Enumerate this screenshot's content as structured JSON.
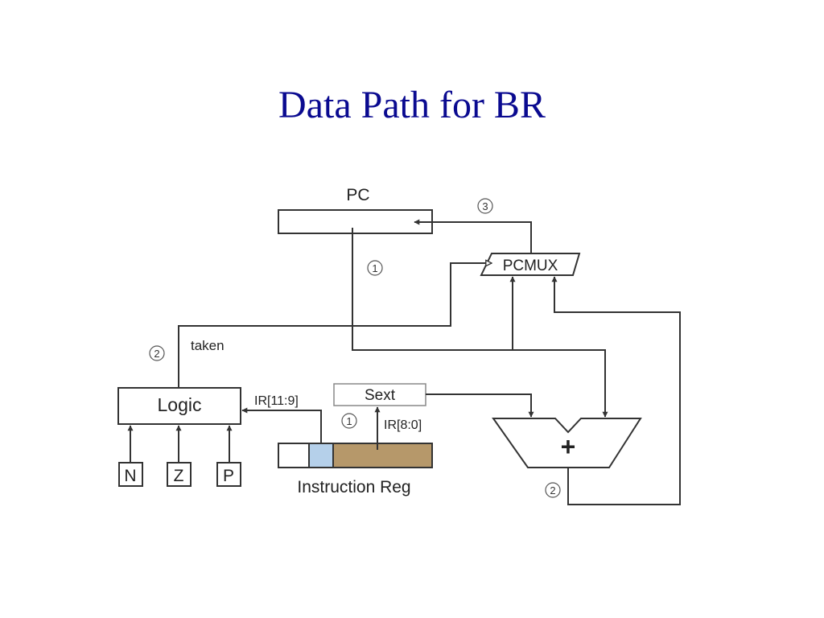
{
  "slide": {
    "title": "Data Path for BR"
  },
  "diagram": {
    "pc": "PC",
    "pcmux": "PCMUX",
    "logic": "Logic",
    "sext": "Sext",
    "adder": "+",
    "instruction_reg": "Instruction Reg",
    "ir_11_9": "IR[11:9]",
    "ir_8_0": "IR[8:0]",
    "taken": "taken",
    "flags": [
      "N",
      "Z",
      "P"
    ],
    "steps": [
      "1",
      "2",
      "3"
    ],
    "colors": {
      "title": "#0a0a90",
      "ir_cond_field": "#b5d0ea",
      "ir_offset_field": "#b6986a",
      "line": "#333333"
    }
  }
}
